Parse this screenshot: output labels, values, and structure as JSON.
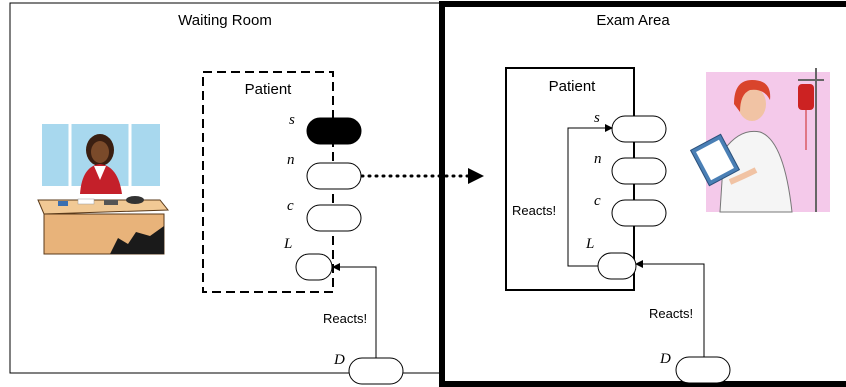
{
  "regions": {
    "waiting_room": "Waiting Room",
    "exam_area": "Exam Area"
  },
  "waiting_patient": {
    "title": "Patient",
    "slots": [
      "s",
      "n",
      "c",
      "L"
    ],
    "source_label": "D",
    "reaction_label": "Reacts!",
    "first_slot_state": "filled"
  },
  "exam_patient": {
    "title": "Patient",
    "slots": [
      "s",
      "n",
      "c",
      "L"
    ],
    "source_label": "D",
    "reaction_label": "Reacts!",
    "internal_reaction_label": "Reacts!"
  },
  "illustrations": {
    "left": "receptionist-at-desk",
    "right": "nurse-with-clipboard-and-iv-bag"
  },
  "colors": {
    "line": "#000000",
    "filled_slot": "#000000",
    "window": "#a8d8ee",
    "desk": "#e8b37a",
    "nurse_hair": "#d9442c",
    "iv_bag": "#cc2222",
    "backdrop": "#f4c9ea"
  }
}
